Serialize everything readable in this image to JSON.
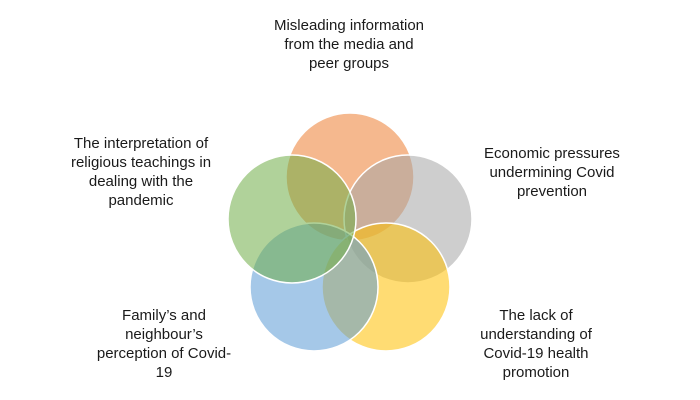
{
  "diagram": {
    "type": "venn-5-circle",
    "background_color": "#FFFFFF",
    "stroke_color": "#FFFFFF",
    "text_color": "#1A1A1A",
    "items": [
      {
        "id": "media",
        "position": "top",
        "color": "#ED7D31",
        "label": "Misleading information\nfrom the media and\npeer groups"
      },
      {
        "id": "economic",
        "position": "upper-right",
        "color": "#A5A5A5",
        "label": "Economic pressures\nundermining Covid\nprevention"
      },
      {
        "id": "health-promotion",
        "position": "lower-right",
        "color": "#FFC000",
        "label": "The lack of\nunderstanding of\nCovid-19 health\npromotion"
      },
      {
        "id": "family",
        "position": "lower-left",
        "color": "#5B9BD5",
        "label": "Family’s and\nneighbour’s\nperception of Covid-\n19"
      },
      {
        "id": "religious",
        "position": "upper-left",
        "color": "#70AD47",
        "label": "The interpretation of\nreligious teachings in\ndealing with the\npandemic"
      }
    ]
  }
}
